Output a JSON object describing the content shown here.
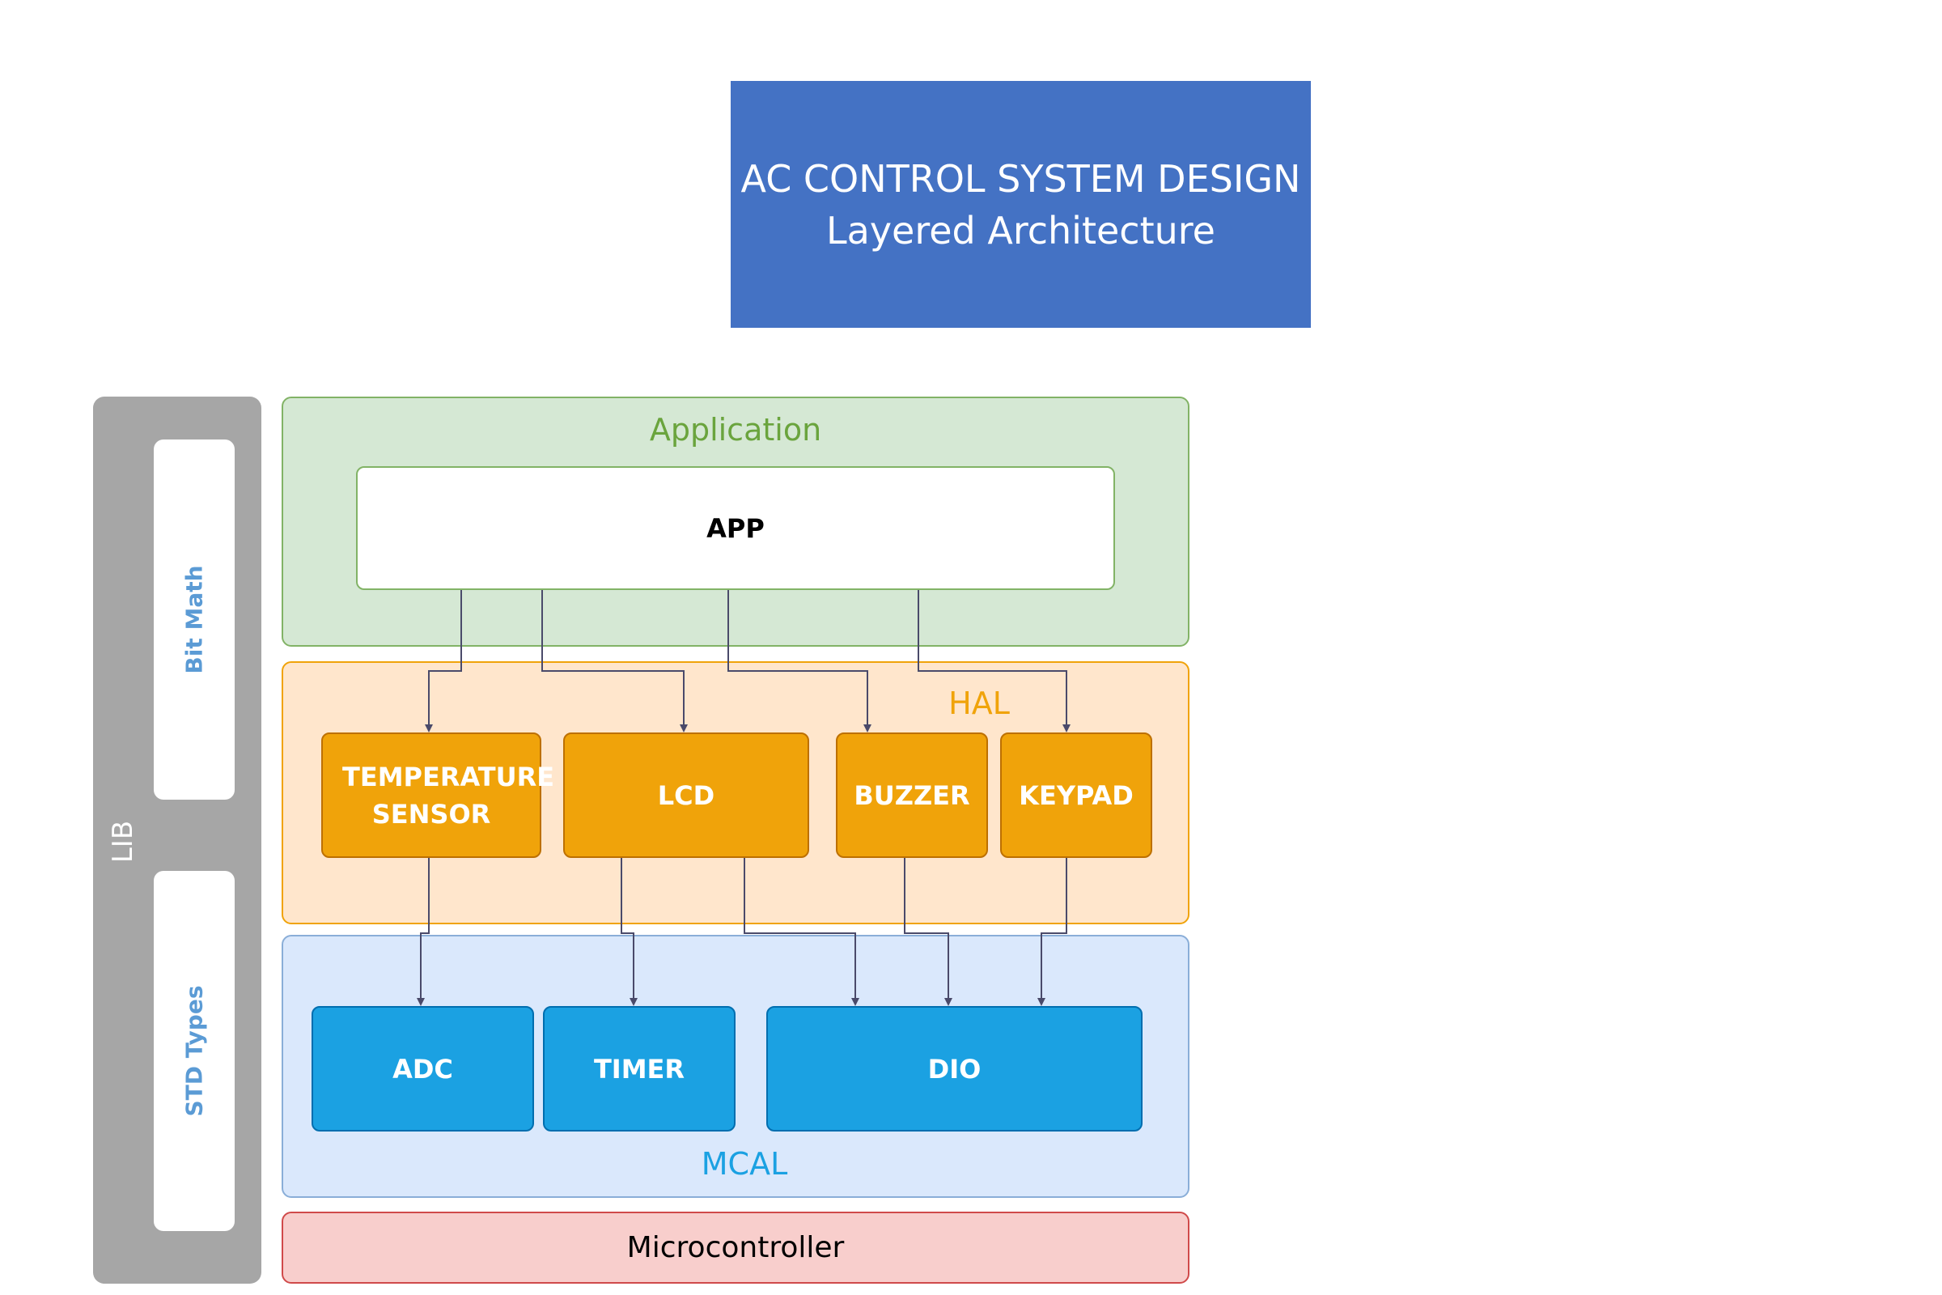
{
  "title": {
    "line1": "AC CONTROL SYSTEM DESIGN",
    "line2": "Layered Architecture",
    "color": "#4472c4"
  },
  "lib": {
    "label": "LIB",
    "items": [
      "Bit Math",
      "STD Types"
    ]
  },
  "layers": {
    "application": {
      "label": "Application",
      "module": "APP"
    },
    "hal": {
      "label": "HAL",
      "modules": [
        "TEMPERATURE SENSOR",
        "LCD",
        "BUZZER",
        "KEYPAD"
      ]
    },
    "mcal": {
      "label": "MCAL",
      "modules": [
        "ADC",
        "TIMER",
        "DIO"
      ]
    },
    "microcontroller": {
      "label": "Microcontroller"
    }
  },
  "connections": [
    {
      "from": "APP",
      "to": "TEMPERATURE SENSOR"
    },
    {
      "from": "APP",
      "to": "LCD"
    },
    {
      "from": "APP",
      "to": "BUZZER"
    },
    {
      "from": "APP",
      "to": "KEYPAD"
    },
    {
      "from": "TEMPERATURE SENSOR",
      "to": "ADC"
    },
    {
      "from": "LCD",
      "to": "TIMER"
    },
    {
      "from": "LCD",
      "to": "DIO"
    },
    {
      "from": "BUZZER",
      "to": "DIO"
    },
    {
      "from": "KEYPAD",
      "to": "DIO"
    }
  ],
  "colors": {
    "application_fill": "#d5e8d4",
    "hal_fill": "#ffe6cc",
    "hal_module": "#f0a30a",
    "mcal_fill": "#dae8fc",
    "mcal_module": "#1ba1e2",
    "microcontroller_fill": "#f8cecc",
    "lib_rail": "#a6a6a6",
    "connector": "#4a4a6a"
  }
}
